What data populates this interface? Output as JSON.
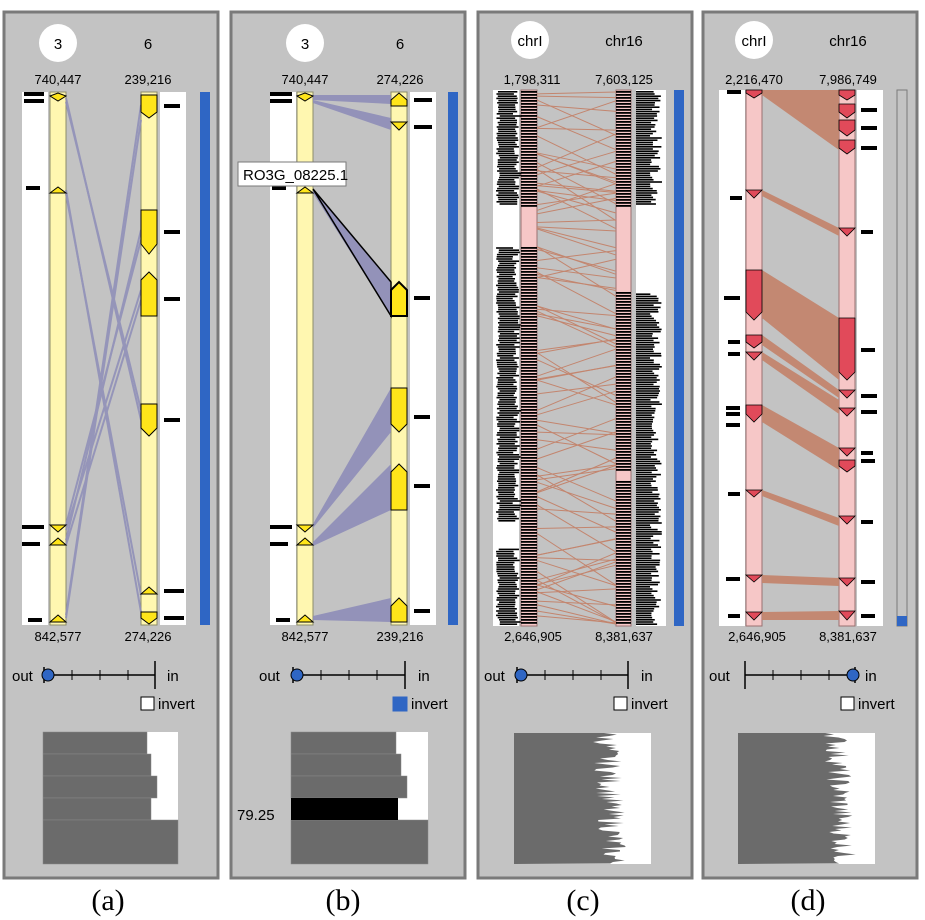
{
  "colors": {
    "panel_bg": "#c3c3c3",
    "panel_border": "#7a7a7a",
    "track_white": "#ffffff",
    "chrom_yellow": "#fff7b0",
    "gene_yellow": "#ffe51a",
    "chrom_pink": "#f6c7c7",
    "gene_red": "#e14a5a",
    "link_purple": "#8e8db8",
    "link_brown": "#c3856e",
    "scrollbar_blue": "#2f66c4",
    "histogram_gray": "#6b6b6b"
  },
  "panels": [
    {
      "caption": "(a)",
      "left_chrom": "3",
      "right_chrom": "6",
      "left_top": "740,447",
      "right_top": "239,216",
      "left_bottom": "842,577",
      "right_bottom": "274,226",
      "slider_out": "out",
      "slider_in": "in",
      "slider_position": 0,
      "invert_label": "invert",
      "invert_checked": false,
      "style": "yellow"
    },
    {
      "caption": "(b)",
      "left_chrom": "3",
      "right_chrom": "6",
      "left_top": "740,447",
      "right_top": "274,226",
      "left_bottom": "842,577",
      "right_bottom": "239,216",
      "slider_out": "out",
      "slider_in": "in",
      "slider_position": 0,
      "invert_label": "invert",
      "invert_checked": true,
      "gene_label": "RO3G_08225.1",
      "histogram_value": "79.25",
      "style": "yellow"
    },
    {
      "caption": "(c)",
      "left_chrom": "chrI",
      "right_chrom": "chr16",
      "left_top": "1,798,311",
      "right_top": "7,603,125",
      "left_bottom": "2,646,905",
      "right_bottom": "8,381,637",
      "slider_out": "out",
      "slider_in": "in",
      "slider_position": 0,
      "invert_label": "invert",
      "invert_checked": false,
      "style": "dense"
    },
    {
      "caption": "(d)",
      "left_chrom": "chrI",
      "right_chrom": "chr16",
      "left_top": "2,216,470",
      "right_top": "7,986,749",
      "left_bottom": "2,646,905",
      "right_bottom": "8,381,637",
      "slider_out": "out",
      "slider_in": "in",
      "slider_position": 1,
      "invert_label": "invert",
      "invert_checked": false,
      "style": "red"
    }
  ]
}
